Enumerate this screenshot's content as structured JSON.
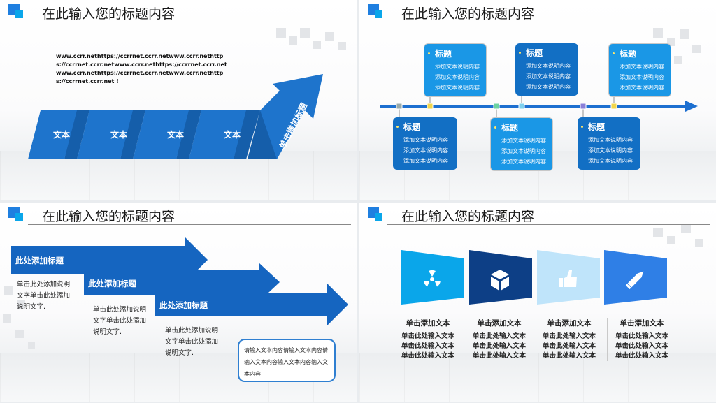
{
  "header_title": "在此输入您的标题内容",
  "slide1": {
    "url_text": "www.ccrr.nethttps://ccrrnet.ccrr.netwww.ccrr.nethttps://ccrrnet.ccrr.netwww.ccrr.nethttps://ccrrnet.ccrr.netwww.ccrr.nethttps://ccrrnet.ccrr.netwww.ccrr.nethttps://ccrrnet.ccrr.net !",
    "steps": [
      "文本",
      "文本",
      "文本",
      "文本"
    ],
    "arrow_label": "单击增加标题",
    "colors": {
      "light": "#1e74cc",
      "dark": "#155eaa"
    }
  },
  "slide2": {
    "top_boxes": [
      {
        "title": "标题",
        "lines": [
          "添加文本说明内容",
          "添加文本说明内容",
          "添加文本说明内容"
        ],
        "style": "light"
      },
      {
        "title": "标题",
        "lines": [
          "添加文本说明内容",
          "添加文本说明内容",
          "添加文本说明内容"
        ],
        "style": "dark"
      },
      {
        "title": "标题",
        "lines": [
          "添加文本说明内容",
          "添加文本说明内容",
          "添加文本说明内容"
        ],
        "style": "light"
      }
    ],
    "bottom_boxes": [
      {
        "title": "标题",
        "lines": [
          "添加文本说明内容",
          "添加文本说明内容",
          "添加文本说明内容"
        ],
        "style": "dark"
      },
      {
        "title": "标题",
        "lines": [
          "添加文本说明内容",
          "添加文本说明内容",
          "添加文本说明内容"
        ],
        "style": "light"
      },
      {
        "title": "标题",
        "lines": [
          "添加文本说明内容",
          "添加文本说明内容",
          "添加文本说明内容"
        ],
        "style": "dark"
      }
    ],
    "colors": {
      "axis": "#1d6fd0",
      "light": "#1a97e6",
      "dark": "#126fc4"
    }
  },
  "slide3": {
    "arrows": [
      "此处添加标题",
      "此处添加标题",
      "此处添加标题"
    ],
    "descriptions": [
      "单击此处添加说明文字单击此处添加说明文字.",
      "单击此处添加说明文字单击此处添加说明文字.",
      "单击此处添加说明文字单击此处添加说明文字."
    ],
    "note": "请输入文本内容请输入文本内容请输入文本内容输入文本内容输入文本内容",
    "colors": {
      "arrow": "#1565c0",
      "note_border": "#2f7fd1"
    }
  },
  "slide4": {
    "columns": [
      {
        "icon": "radiation-icon",
        "color": "#0aa6ea",
        "heading": "单击添加文本",
        "lines": [
          "单击此处输入文本",
          "单击此处输入文本",
          "单击此处输入文本"
        ]
      },
      {
        "icon": "cube-icon",
        "color": "#0d3f86",
        "heading": "单击添加文本",
        "lines": [
          "单击此处输入文本",
          "单击此处输入文本",
          "单击此处输入文本"
        ]
      },
      {
        "icon": "thumbs-up-icon",
        "color": "#bfe4fa",
        "heading": "单击添加文本",
        "lines": [
          "单击此处输入文本",
          "单击此处输入文本",
          "单击此处输入文本"
        ]
      },
      {
        "icon": "pencil-icon",
        "color": "#2f7fe6",
        "heading": "单击添加文本",
        "lines": [
          "单击此处输入文本",
          "单击此处输入文本",
          "单击此处输入文本"
        ]
      }
    ]
  }
}
